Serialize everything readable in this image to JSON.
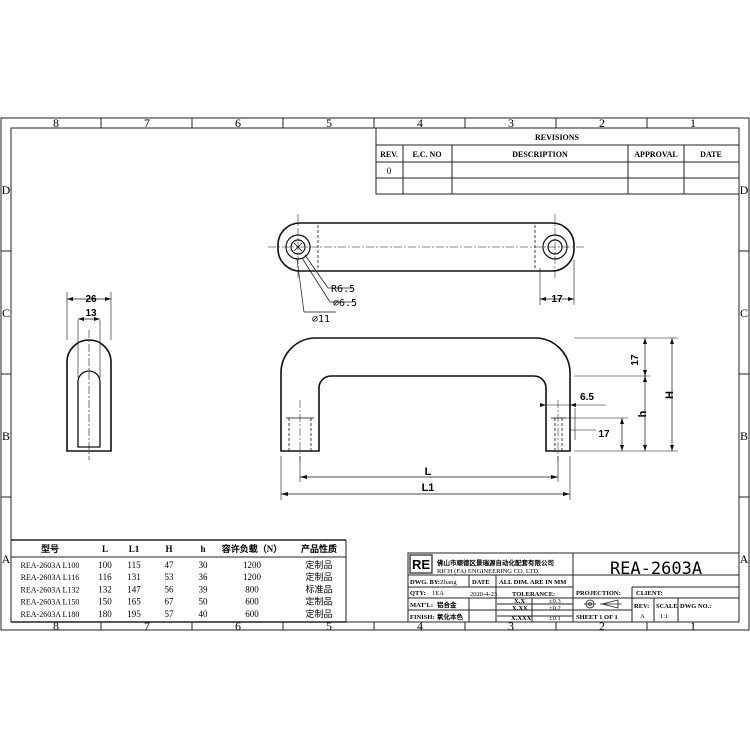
{
  "border": {
    "top_numbers": [
      "8",
      "7",
      "6",
      "5",
      "4",
      "3",
      "2",
      "1"
    ],
    "bottom_numbers": [
      "8",
      "7",
      "6",
      "5",
      "4",
      "3",
      "2",
      "1"
    ],
    "left_letters": [
      "D",
      "C",
      "B",
      "A"
    ],
    "right_letters": [
      "D",
      "C",
      "B",
      "A"
    ]
  },
  "revisions": {
    "title": "REVISIONS",
    "headers": {
      "rev": "REV.",
      "ecno": "E.C. NO",
      "desc": "DESCRIPTION",
      "approval": "APPROVAL",
      "date": "DATE"
    },
    "row": {
      "rev": "0",
      "ecno": "",
      "desc": "",
      "approval": "",
      "date": ""
    }
  },
  "dimensions": {
    "width_26": "26",
    "width_13": "13",
    "r65": "R6.5",
    "phi65": "⌀6.5",
    "phi11": "⌀11",
    "top_17": "17",
    "right_17": "17",
    "gap_65": "6.5",
    "bottom_17": "17",
    "h": "h",
    "H": "H",
    "L": "L",
    "L1": "L1"
  },
  "spec_table": {
    "headers": [
      "型号",
      "L",
      "L1",
      "H",
      "h",
      "容许负载（N）",
      "产品性质"
    ],
    "rows": [
      [
        "REA-2603A L100",
        "100",
        "115",
        "47",
        "30",
        "1200",
        "定制品"
      ],
      [
        "REA-2603A L116",
        "116",
        "131",
        "53",
        "36",
        "1200",
        "定制品"
      ],
      [
        "REA-2603A L132",
        "132",
        "147",
        "56",
        "39",
        "800",
        "标准品"
      ],
      [
        "REA-2603A L150",
        "150",
        "165",
        "67",
        "50",
        "600",
        "定制品"
      ],
      [
        "REA-2603A L180",
        "180",
        "195",
        "57",
        "40",
        "600",
        "定制品"
      ]
    ]
  },
  "title_block": {
    "logo": "RE",
    "company_cn": "佛山市顺德区景瑞源自动化配套有限公司",
    "company_en": "RICH (FA) ENGINEERING CO. LTD.",
    "part_number": "REA-2603A",
    "dwg_by_label": "DWG. BY:",
    "dwg_by_value": "Zhang",
    "date_label": "DATE",
    "date_value": "2020-4-23",
    "dims_note": "ALL DIM. ARE IN MM",
    "qty_label": "QTY:",
    "qty_value": "1EA",
    "tolerance_label": "TOLERANCE:",
    "matl_label": "MAT'L:",
    "matl_value": "铝合金",
    "finish_label": "FINISH:",
    "finish_value": "氧化本色",
    "tol_rows": [
      [
        "X.X",
        "±0.3"
      ],
      [
        "X.XX",
        "±0.2"
      ],
      [
        "X.XXX",
        "±0.1"
      ]
    ],
    "projection_label": "PROJECTION:",
    "client_label": "CLIENT:",
    "sheet_text": "SHEET  1  OF  1",
    "rev_label": "REV:",
    "rev_value": "A",
    "scale_label": "SCALE",
    "scale_value": "1:1",
    "dwg_no_label": "DWG NO.:"
  }
}
